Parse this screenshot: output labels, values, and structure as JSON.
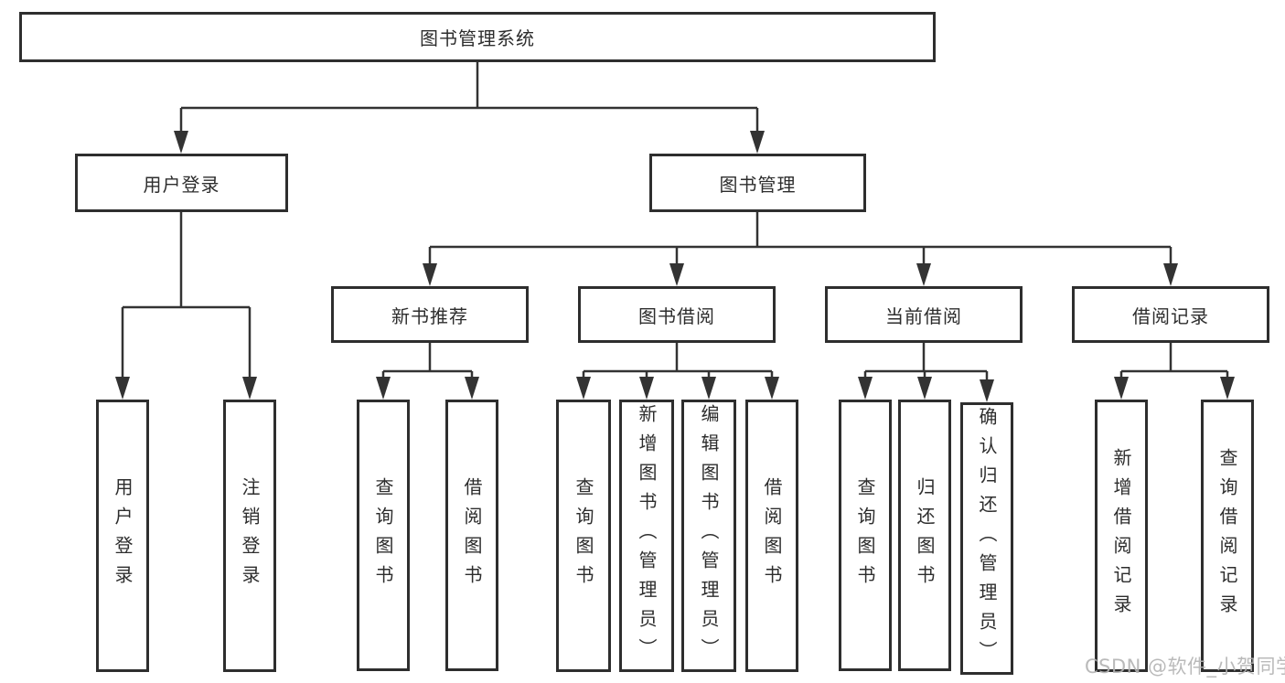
{
  "colors": {
    "line": "#333333",
    "border": "#2e2e2e",
    "text": "#2d2d2d",
    "watermark": "#b3b3b3",
    "background": "#ffffff"
  },
  "watermark": {
    "text": "CSDN @软件_小贺同学"
  },
  "nodes": {
    "root": {
      "label": "图书管理系统"
    },
    "user_login": {
      "label": "用户登录"
    },
    "book_mgmt": {
      "label": "图书管理"
    },
    "new_book_rec": {
      "label": "新书推荐"
    },
    "book_borrow": {
      "label": "图书借阅"
    },
    "current_borrow": {
      "label": "当前借阅"
    },
    "borrow_record": {
      "label": "借阅记录"
    },
    "leaf_user_login": {
      "label": "用户登录"
    },
    "leaf_logout": {
      "label": "注销登录"
    },
    "leaf_query_book_rec": {
      "label": "查询图书"
    },
    "leaf_borrow_book_rec": {
      "label": "借阅图书"
    },
    "leaf_query_book_borrow": {
      "label": "查询图书"
    },
    "leaf_add_book": {
      "label": "新增图书（管理员）"
    },
    "leaf_edit_book": {
      "label": "编辑图书（管理员）"
    },
    "leaf_borrow_book_borrow": {
      "label": "借阅图书"
    },
    "leaf_query_book_current": {
      "label": "查询图书"
    },
    "leaf_return_book": {
      "label": "归还图书"
    },
    "leaf_confirm_return": {
      "label": "确认归还（管理员）"
    },
    "leaf_add_borrow_record": {
      "label": "新增借阅记录"
    },
    "leaf_query_borrow_record": {
      "label": "查询借阅记录"
    }
  },
  "hierarchy": {
    "图书管理系统": {
      "用户登录": [
        "用户登录",
        "注销登录"
      ],
      "图书管理": {
        "新书推荐": [
          "查询图书",
          "借阅图书"
        ],
        "图书借阅": [
          "查询图书",
          "新增图书（管理员）",
          "编辑图书（管理员）",
          "借阅图书"
        ],
        "当前借阅": [
          "查询图书",
          "归还图书",
          "确认归还（管理员）"
        ],
        "借阅记录": [
          "新增借阅记录",
          "查询借阅记录"
        ]
      }
    }
  }
}
